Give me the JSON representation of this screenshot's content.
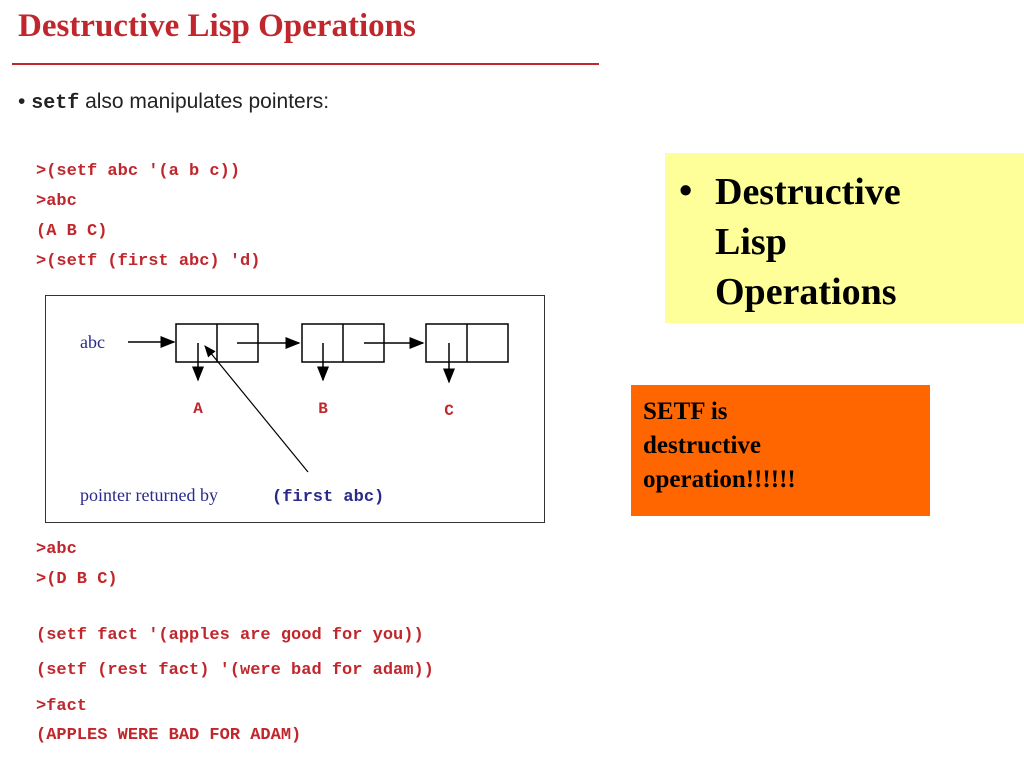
{
  "slide": {
    "title": "Destructive Lisp Operations",
    "bullet": {
      "marker": "•",
      "code": "setf",
      "text": "also manipulates pointers:"
    },
    "code_top": [
      ">(setf abc '(a b c))",
      ">abc",
      "(A B C)",
      ">(setf (first abc) 'd)"
    ],
    "diagram": {
      "var_label": "abc",
      "cell_labels": [
        "A",
        "B",
        "C"
      ],
      "caption_text": "pointer returned by",
      "caption_code": "(first abc)"
    },
    "code_bottom": [
      ">abc",
      ">(D B C)"
    ],
    "code_fact": [
      "(setf fact '(apples are good for you))",
      "(setf (rest fact) '(were bad for adam))",
      ">fact",
      "(APPLES WERE BAD FOR ADAM)"
    ],
    "yellow_box": {
      "marker": "•",
      "lines": [
        "Destructive",
        "Lisp",
        "Operations"
      ]
    },
    "orange_box": {
      "lines": [
        "SETF is",
        "destructive",
        "operation!!!!!!"
      ]
    },
    "colors": {
      "title": "#c0272d",
      "code": "#c0272d",
      "yellow_box": "#ffff99",
      "orange_box": "#ff6600"
    }
  }
}
